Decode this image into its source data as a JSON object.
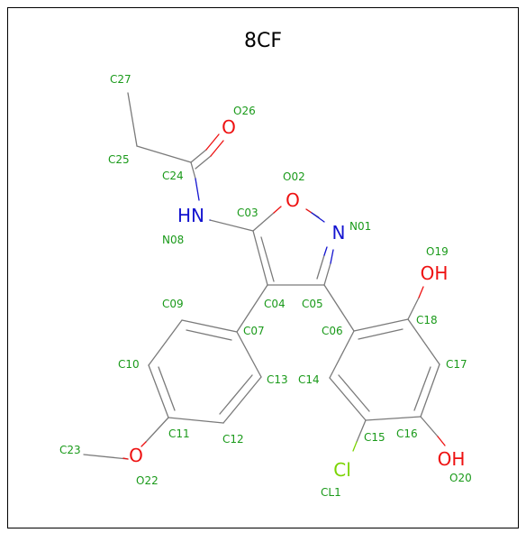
{
  "title": "8CF",
  "colors": {
    "carbon_label": "#1a9a1a",
    "bond": "#7a7a7a",
    "oxygen": "#ee1111",
    "nitrogen": "#1414d0",
    "chlorine": "#7ad400",
    "frame": "#000000"
  },
  "atom_symbols": {
    "O": "O",
    "N": "N",
    "HN": "HN",
    "OH": "OH",
    "Cl": "Cl"
  },
  "labels": {
    "C27": "C27",
    "O26": "O26",
    "C25": "C25",
    "C24": "C24",
    "O02": "O02",
    "C03": "C03",
    "N01": "N01",
    "N08": "N08",
    "C04": "C04",
    "C05": "C05",
    "O19": "O19",
    "C09": "C09",
    "C07": "C07",
    "C06": "C06",
    "C18": "C18",
    "C10": "C10",
    "C13": "C13",
    "C14": "C14",
    "C17": "C17",
    "C11": "C11",
    "C15": "C15",
    "C16": "C16",
    "C12": "C12",
    "C23": "C23",
    "O22": "O22",
    "O20": "O20",
    "CL1": "CL1"
  }
}
